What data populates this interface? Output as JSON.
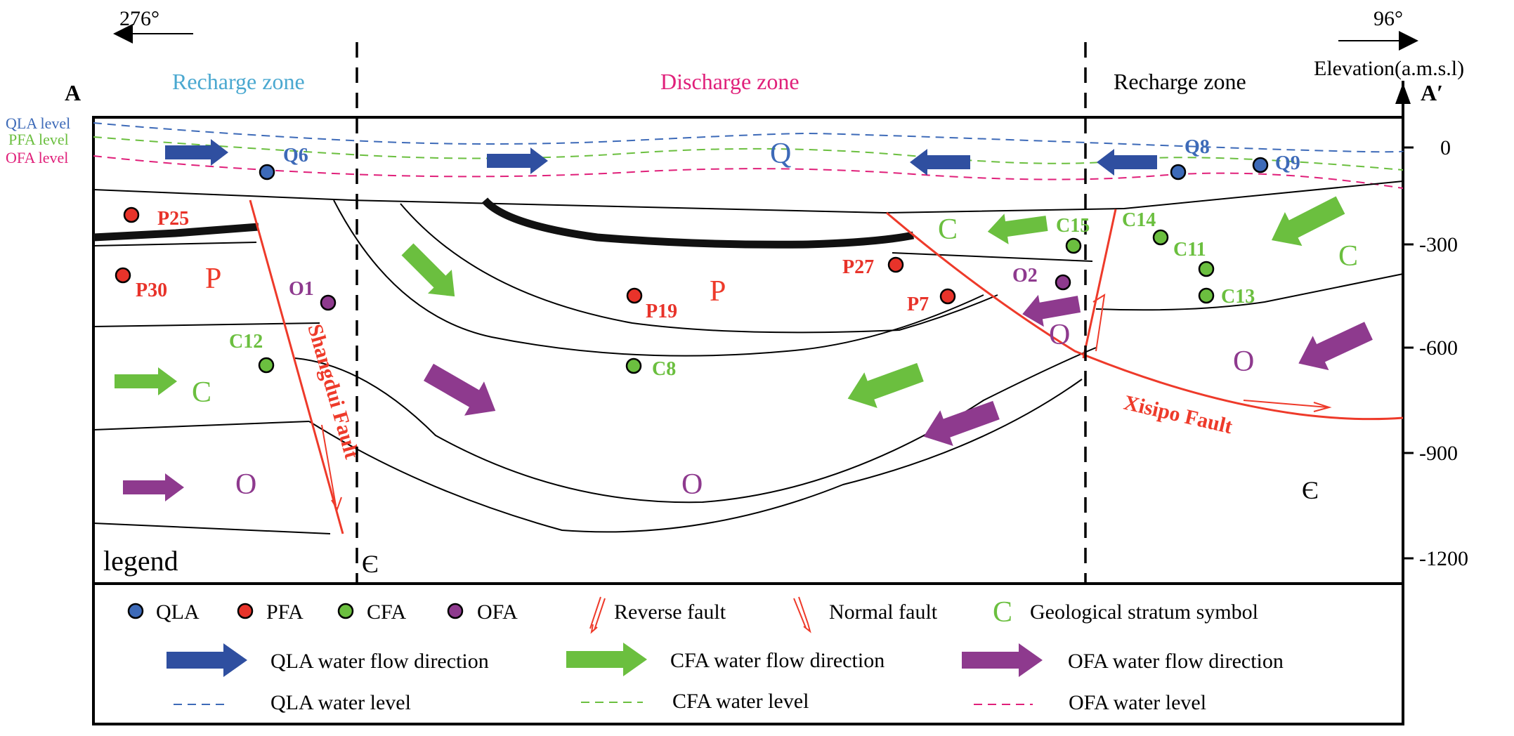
{
  "compass": {
    "left": "276°",
    "right": "96°"
  },
  "section_ends": {
    "left": "A",
    "right": "A′"
  },
  "axis": {
    "title": "Elevation(a.m.s.l)",
    "ticks": [
      "0",
      "-300",
      "-600",
      "-900",
      "-1200"
    ]
  },
  "zones": {
    "left": "Recharge zone",
    "middle": "Discharge zone",
    "right": "Recharge zone"
  },
  "water_levels": [
    "QLA level",
    "PFA level",
    "OFA level"
  ],
  "strata": [
    "Q",
    "P",
    "C",
    "O",
    "P",
    "O",
    "C",
    "O",
    "C",
    "O",
    "Є",
    "Є"
  ],
  "wells": [
    {
      "label": "Q6",
      "type": "QLA"
    },
    {
      "label": "Q8",
      "type": "QLA"
    },
    {
      "label": "Q9",
      "type": "QLA"
    },
    {
      "label": "P25",
      "type": "PFA"
    },
    {
      "label": "P30",
      "type": "PFA"
    },
    {
      "label": "P19",
      "type": "PFA"
    },
    {
      "label": "P27",
      "type": "PFA"
    },
    {
      "label": "P7",
      "type": "PFA"
    },
    {
      "label": "O1",
      "type": "OFA"
    },
    {
      "label": "O2",
      "type": "OFA"
    },
    {
      "label": "C12",
      "type": "CFA"
    },
    {
      "label": "C8",
      "type": "CFA"
    },
    {
      "label": "C15",
      "type": "CFA"
    },
    {
      "label": "C14",
      "type": "CFA"
    },
    {
      "label": "C11",
      "type": "CFA"
    },
    {
      "label": "C13",
      "type": "CFA"
    }
  ],
  "faults": [
    "Shangdui Fault",
    "Xisipo Fault"
  ],
  "legend": {
    "title": "legend",
    "points": [
      "QLA",
      "PFA",
      "CFA",
      "OFA"
    ],
    "reverse_fault": "Reverse fault",
    "normal_fault": "Normal fault",
    "stratum_symbol_glyph": "C",
    "stratum_symbol": "Geological stratum symbol",
    "flows": [
      "QLA  water flow direction",
      "CFA water flow direction",
      "OFA water flow direction"
    ],
    "levels": [
      "QLA  water level",
      "CFA water level",
      "OFA water level"
    ]
  },
  "colors": {
    "qla": "#3d6ab8",
    "pfa": "#e8332a",
    "cfa": "#6bbf3f",
    "ofa": "#8e3a8e",
    "recharge_left": "#4aa8d0",
    "discharge": "#e0207a",
    "fault": "#ee3a2a",
    "qla_arrow": "#2f4fa0"
  }
}
